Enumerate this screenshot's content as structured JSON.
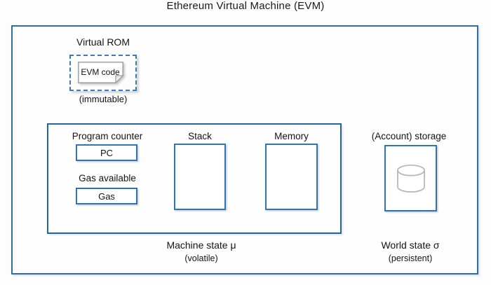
{
  "title": "Ethereum Virtual Machine (EVM)",
  "colors": {
    "outer_border": "#2e6f9e",
    "inner_border": "#2264a4",
    "value_box_border": "#2e75b6",
    "dashed_border": "#3a7abf",
    "cylinder_stroke": "#b5b5b5"
  },
  "virtual_rom": {
    "label": "Virtual ROM",
    "code_box": "EVM code",
    "note": "(immutable)"
  },
  "machine_state": {
    "program_counter_label": "Program counter",
    "program_counter_value": "PC",
    "gas_label": "Gas available",
    "gas_value": "Gas",
    "stack_label": "Stack",
    "memory_label": "Memory",
    "caption": "Machine state μ",
    "subcaption": "(volatile)"
  },
  "world_state": {
    "storage_label": "(Account) storage",
    "caption": "World state σ",
    "subcaption": "(persistent)"
  }
}
